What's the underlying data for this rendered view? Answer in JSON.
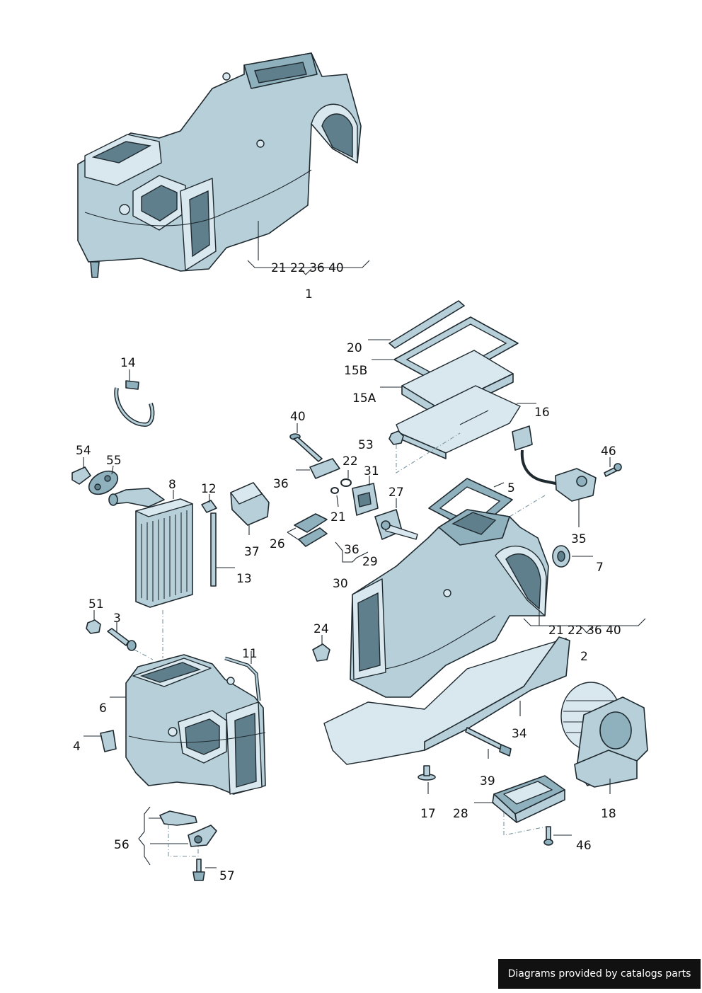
{
  "labels": {
    "l1": "1",
    "l2": "2",
    "l3": "3",
    "l4": "4",
    "l5": "5",
    "l6": "6",
    "l7": "7",
    "l8": "8",
    "l11": "11",
    "l12": "12",
    "l13": "13",
    "l14": "14",
    "l15a": "15A",
    "l15b": "15B",
    "l16": "16",
    "l17": "17",
    "l18": "18",
    "l20": "20",
    "l21": "21",
    "l22": "22",
    "l24": "24",
    "l26": "26",
    "l27": "27",
    "l28": "28",
    "l29": "29",
    "l30": "30",
    "l31": "31",
    "l34": "34",
    "l35": "35",
    "l36a": "36",
    "l36b": "36",
    "l37": "37",
    "l39": "39",
    "l40": "40",
    "l46a": "46",
    "l46b": "46",
    "l51": "51",
    "l53": "53",
    "l54": "54",
    "l55": "55",
    "l56": "56",
    "l57": "57",
    "ref_top": "21 22 36 40",
    "ref_mid": "21 22 36 40"
  },
  "footer": {
    "text": "Diagrams provided by catalogs parts"
  }
}
